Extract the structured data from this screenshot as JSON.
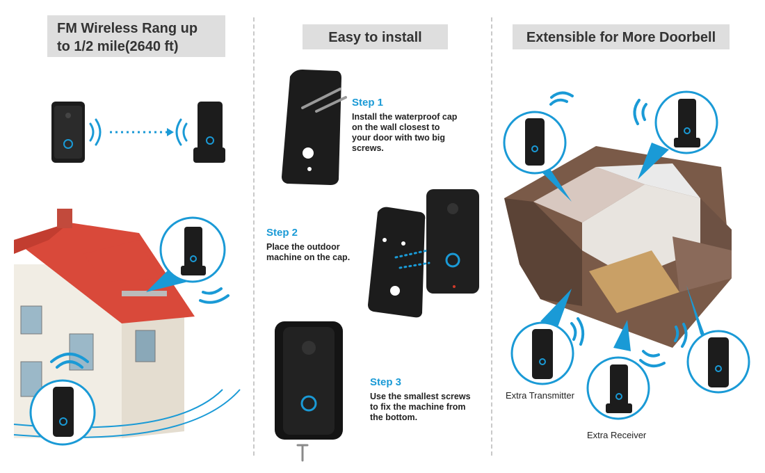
{
  "panel_range": {
    "heading_line1": "FM Wireless Rang up",
    "heading_line2": "to 1/2 mile(2640 ft)"
  },
  "panel_install": {
    "heading": "Easy to install",
    "steps": [
      {
        "title": "Step 1",
        "desc_lines": [
          "Install the waterproof cap",
          "on the wall closest to",
          "your door with two big",
          "screws."
        ]
      },
      {
        "title": "Step 2",
        "desc_lines": [
          "Place the outdoor",
          "machine on the cap."
        ]
      },
      {
        "title": "Step 3",
        "desc_lines": [
          "Use the smallest screws",
          "to fix the machine from",
          "the bottom."
        ]
      }
    ]
  },
  "panel_extend": {
    "heading": "Extensible for More Doorbell",
    "caption_transmitter": "Extra Transmitter",
    "caption_receiver": "Extra Receiver"
  },
  "colors": {
    "accent_blue": "#1a9ad6",
    "header_bg": "#dedede",
    "roof_red": "#d9493a",
    "device_black": "#1c1c1c"
  }
}
